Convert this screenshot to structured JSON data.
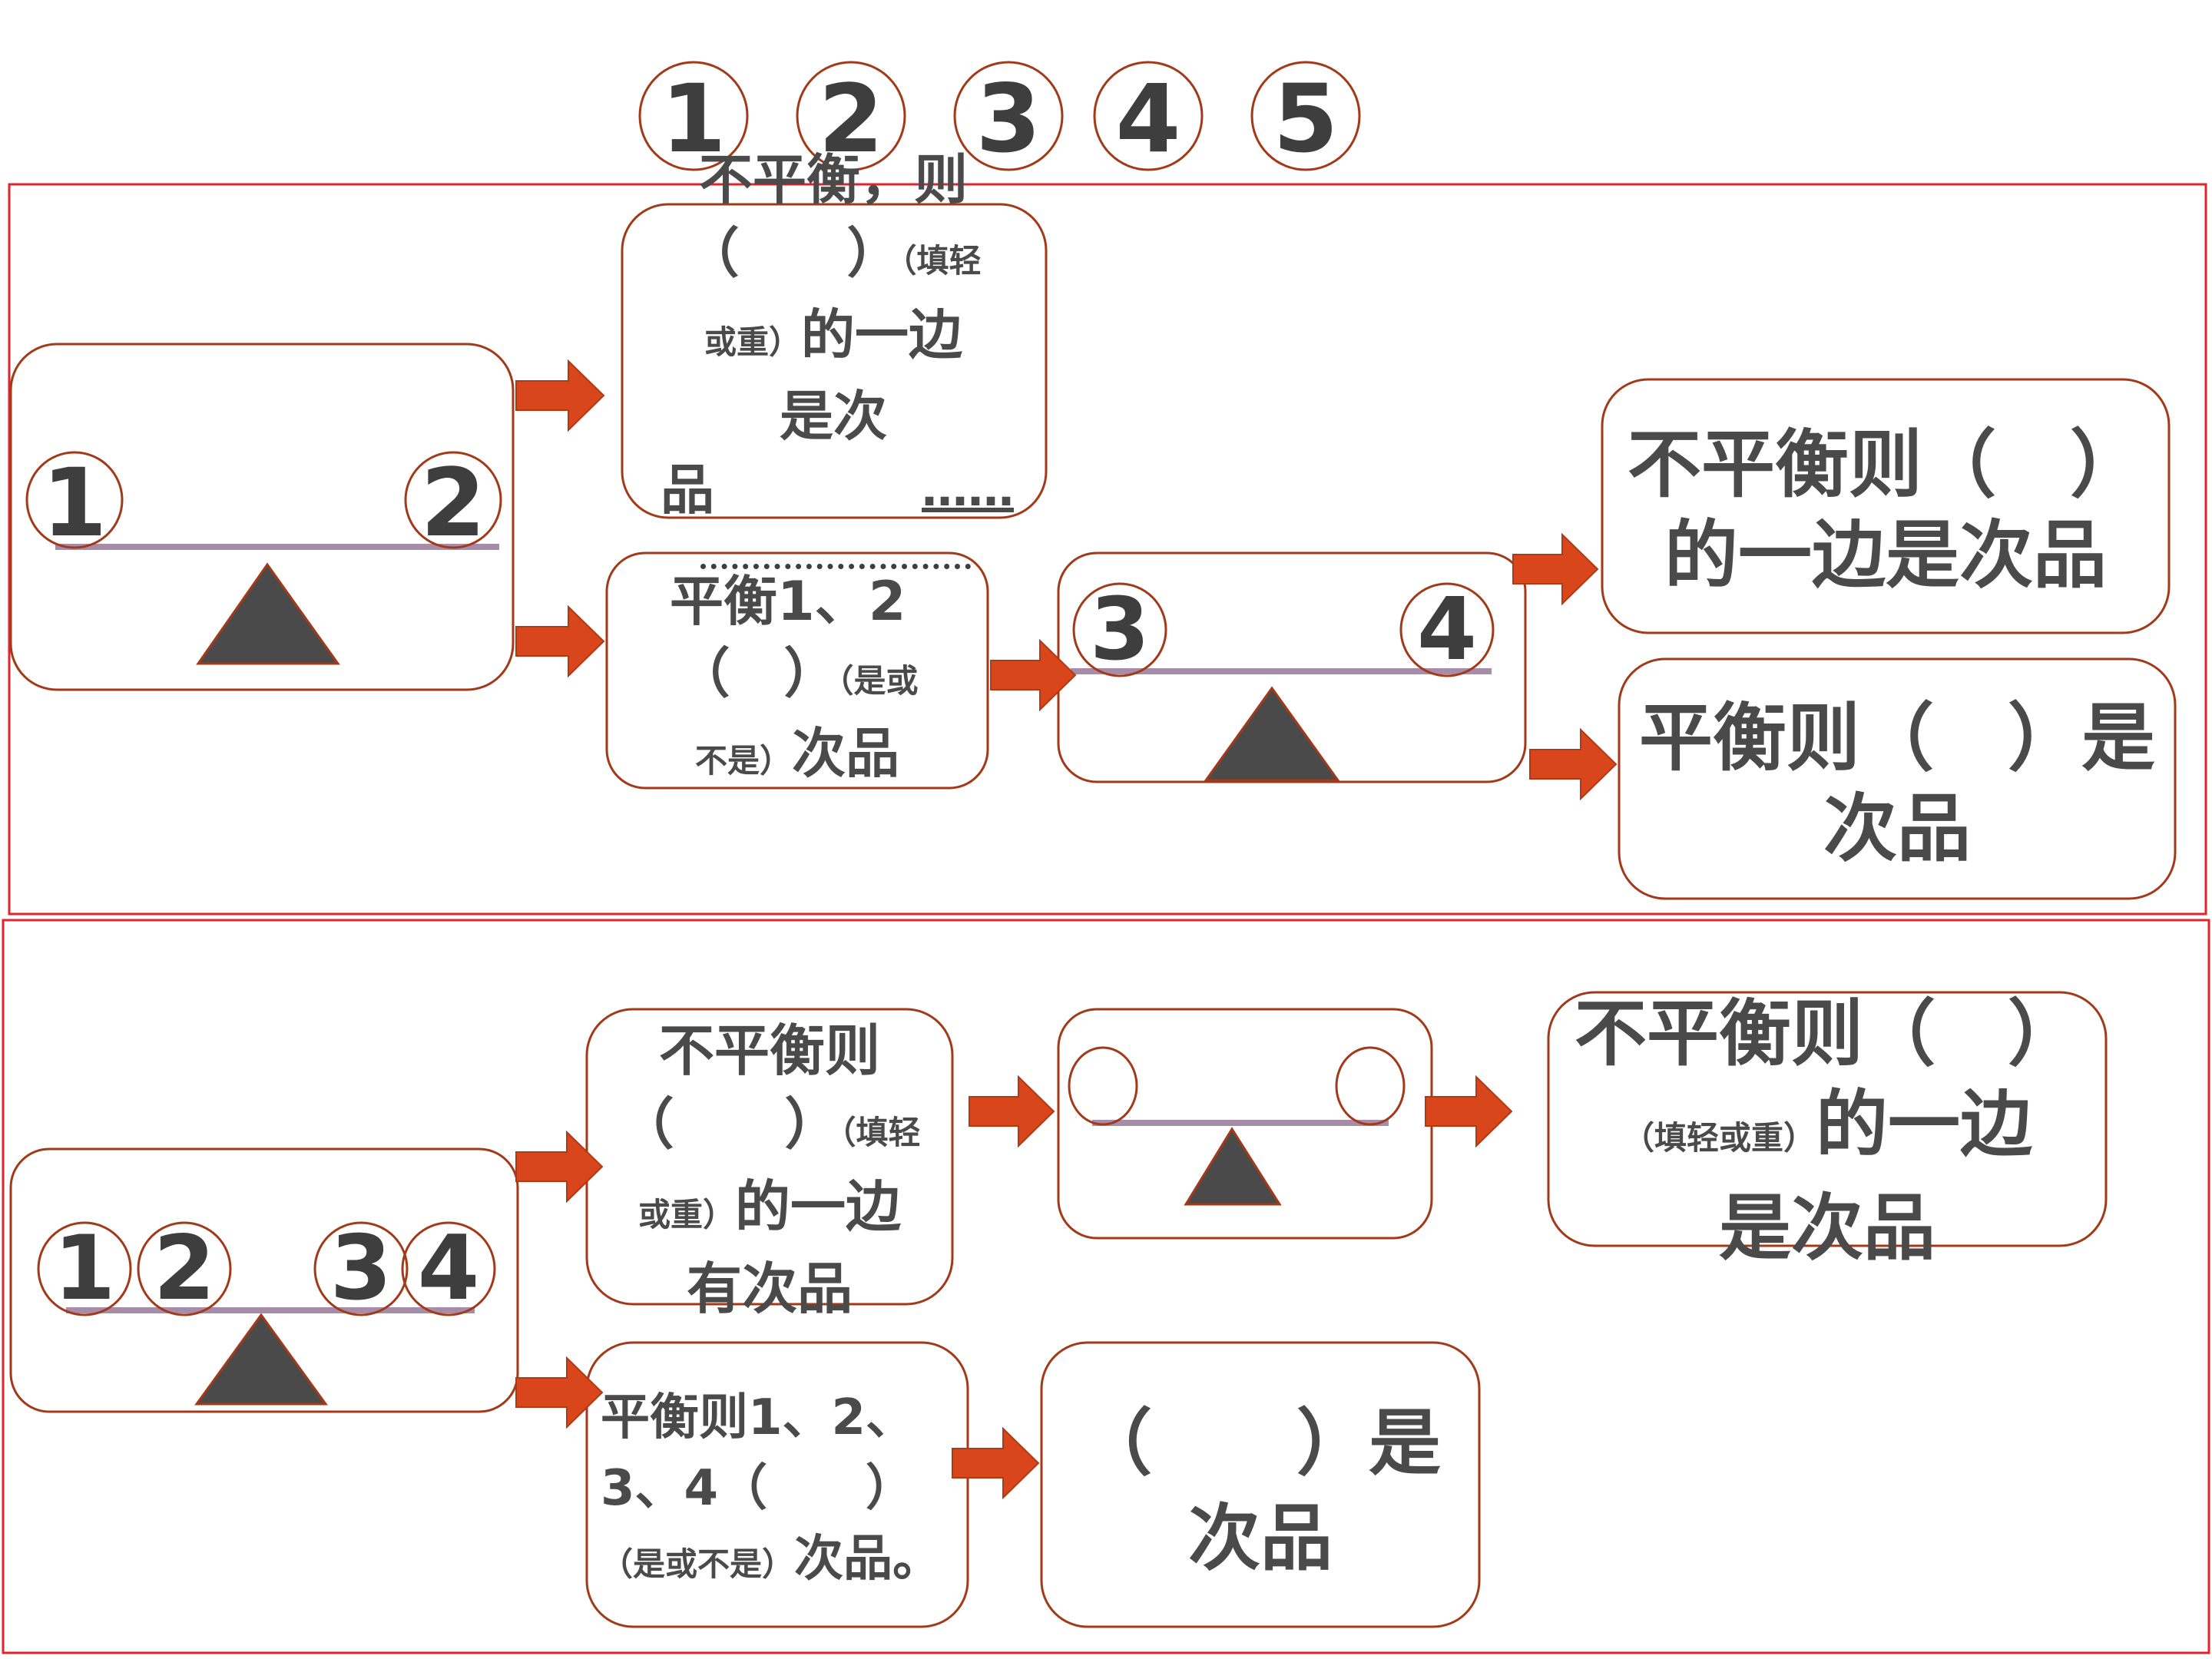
{
  "top_circles": [
    "1",
    "2",
    "3",
    "4",
    "5"
  ],
  "p1": {
    "scale_left": "1",
    "scale_right": "2",
    "unbalanced_box": {
      "line1": "不平衡，则",
      "line2_main": "（　　）",
      "line2_note": "（填轻",
      "line3_note": "或重）",
      "line3_main": "的一边",
      "line4": "是次",
      "line5": "品",
      "trail": "……"
    },
    "balanced_box": {
      "line1": "平衡1、2",
      "line2_main": "（　）",
      "line2_note": "（是或",
      "line3_note": "不是）",
      "line3_main": "次品"
    },
    "scale2_left": "3",
    "scale2_right": "4",
    "result_unbalanced": {
      "line1": "不平衡则（　）",
      "line2": "的一边是次品"
    },
    "result_balanced": {
      "line1": "平衡则（　）是",
      "line2": "次品"
    }
  },
  "p2": {
    "scale_labels": [
      "1",
      "2",
      "3",
      "4"
    ],
    "unbalanced_box": {
      "line1": "不平衡则",
      "line2_main": "（　　）",
      "line2_note": "（填轻",
      "line3_note": "或重）",
      "line3_main": "的一边",
      "line4": "有次品"
    },
    "result_unbalanced": {
      "line1": "不平衡则（　）",
      "line2_note": "（填轻或重）",
      "line2_main": "的一边",
      "line3": "是次品"
    },
    "balanced_box": {
      "line1": "平衡则1、2、",
      "line2": "3、4（　　）",
      "line3_note": "（是或不是）",
      "line3_main": "次品。"
    },
    "result_balanced": {
      "line1": "（　　）是",
      "line2": "次品"
    }
  },
  "colors": {
    "frame": "#e0262b",
    "box_border": "#a23a1a",
    "arrow": "#d9461b",
    "beam": "#a68ca8",
    "triangle": "#4a4a4a",
    "text": "#4a4a4a"
  }
}
